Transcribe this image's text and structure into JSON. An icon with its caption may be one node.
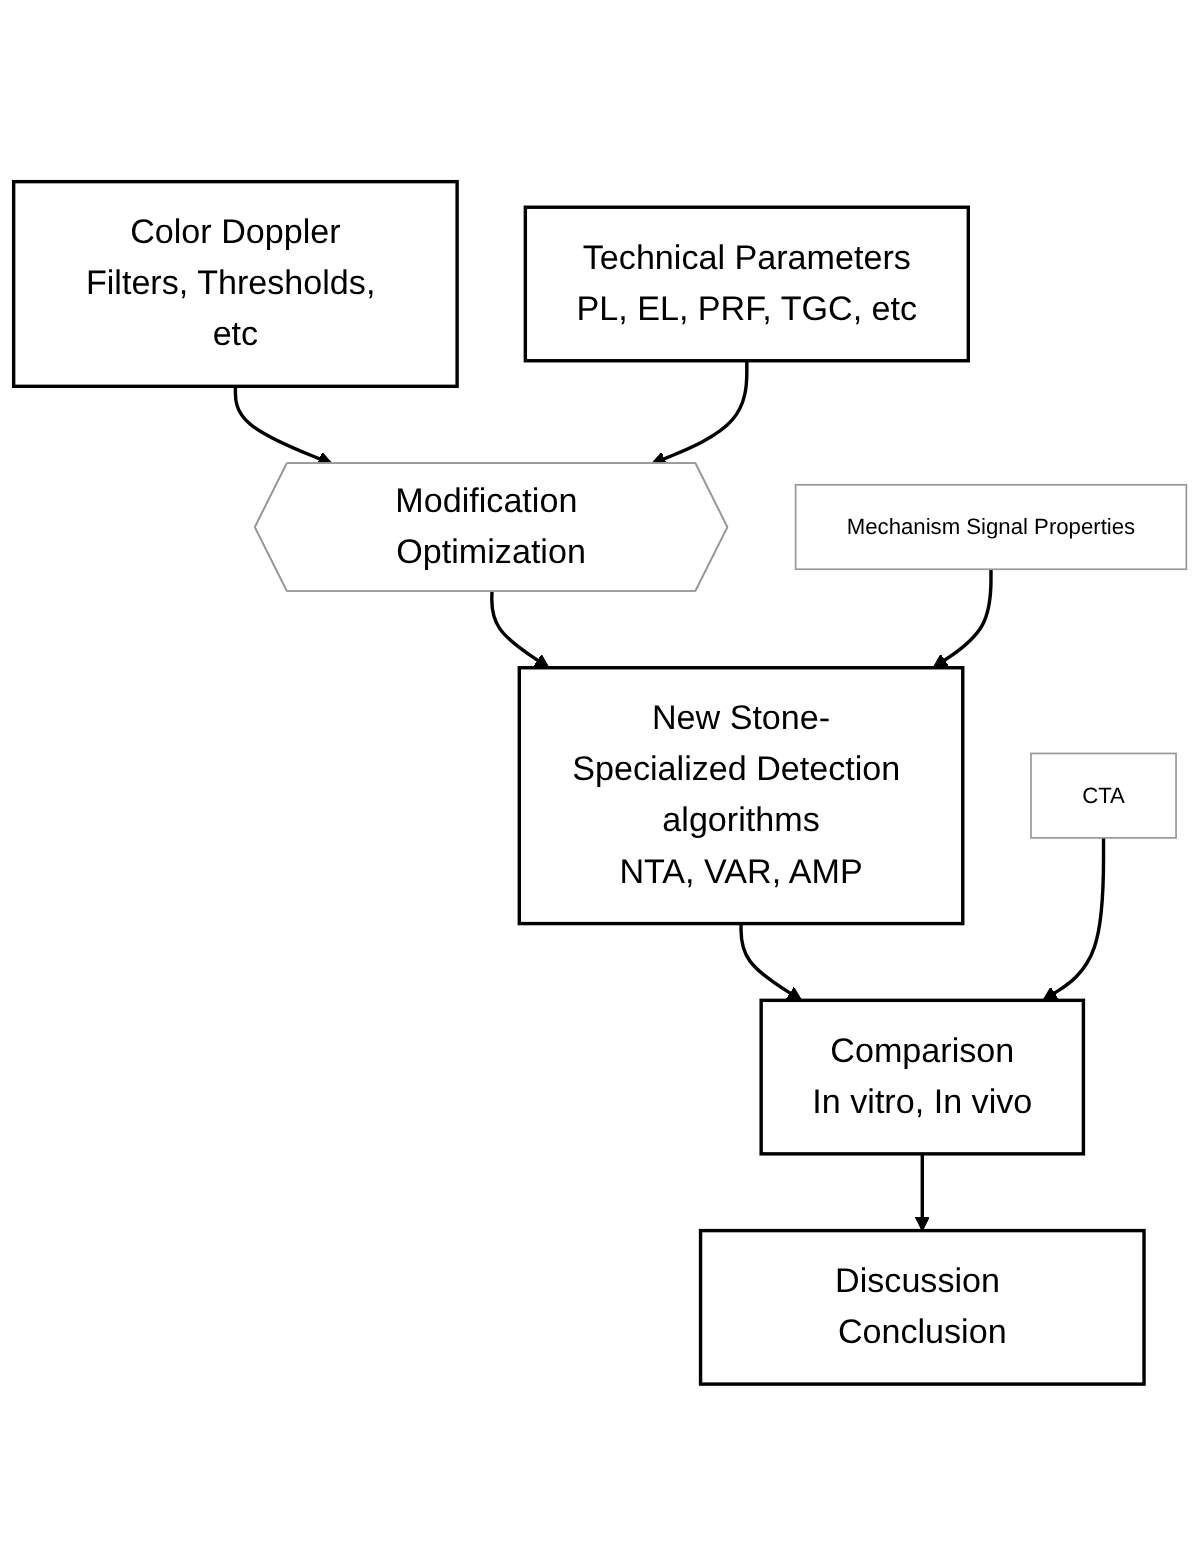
{
  "diagram": {
    "nodes": [
      {
        "text": [
          "Color Doppler",
          "Filters, Thresholds, etc"
        ]
      },
      {
        "text": [
          "Technical Parameters",
          "PL, EL, PRF, TGC, etc"
        ]
      },
      {
        "text": [
          "Modification Optimization"
        ]
      },
      {
        "text": [
          "Mechanism Signal Properties"
        ]
      },
      {
        "text": [
          "New Stone-Specialized Detection algorithms",
          "NTA, VAR, AMP"
        ]
      },
      {
        "text": [
          "CTA"
        ]
      },
      {
        "text": [
          "Comparison",
          "In vitro, In vivo"
        ]
      },
      {
        "text": [
          "Discussion Conclusion"
        ]
      }
    ],
    "edges": [
      {
        "from": 0,
        "to": 2,
        "arrow": "to"
      },
      {
        "from": 1,
        "to": 2,
        "arrow": "to"
      },
      {
        "from": 2,
        "to": 4,
        "arrow": "to"
      },
      {
        "from": 3,
        "to": 4,
        "arrow": "to"
      },
      {
        "from": 4,
        "to": 6,
        "arrow": "to"
      },
      {
        "from": 5,
        "to": 6,
        "arrow": "to"
      },
      {
        "from": 6,
        "to": 7,
        "arrow": "to"
      }
    ]
  }
}
